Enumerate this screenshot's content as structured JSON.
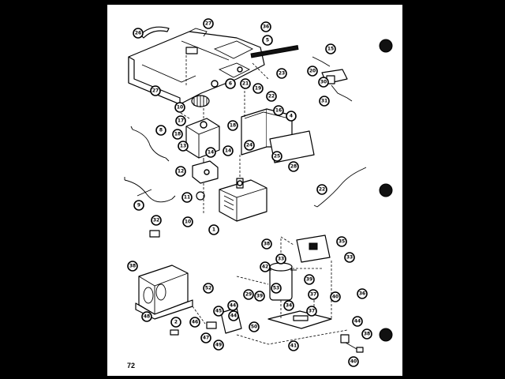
{
  "page": {
    "page_number": "72"
  },
  "callouts": [
    "26",
    "27",
    "36",
    "5",
    "23",
    "15",
    "20",
    "30",
    "31",
    "6",
    "21",
    "19",
    "22",
    "4",
    "16",
    "10",
    "17",
    "27",
    "18",
    "13",
    "14",
    "18",
    "14",
    "24",
    "25",
    "28",
    "8",
    "12",
    "11",
    "9",
    "1",
    "22",
    "10",
    "32",
    "38",
    "35",
    "33",
    "52",
    "38",
    "39",
    "33",
    "42",
    "29",
    "53",
    "44",
    "39",
    "34",
    "37",
    "40",
    "37",
    "36",
    "48",
    "2",
    "45",
    "44",
    "50",
    "46",
    "41",
    "44",
    "38",
    "47",
    "49",
    "40"
  ]
}
